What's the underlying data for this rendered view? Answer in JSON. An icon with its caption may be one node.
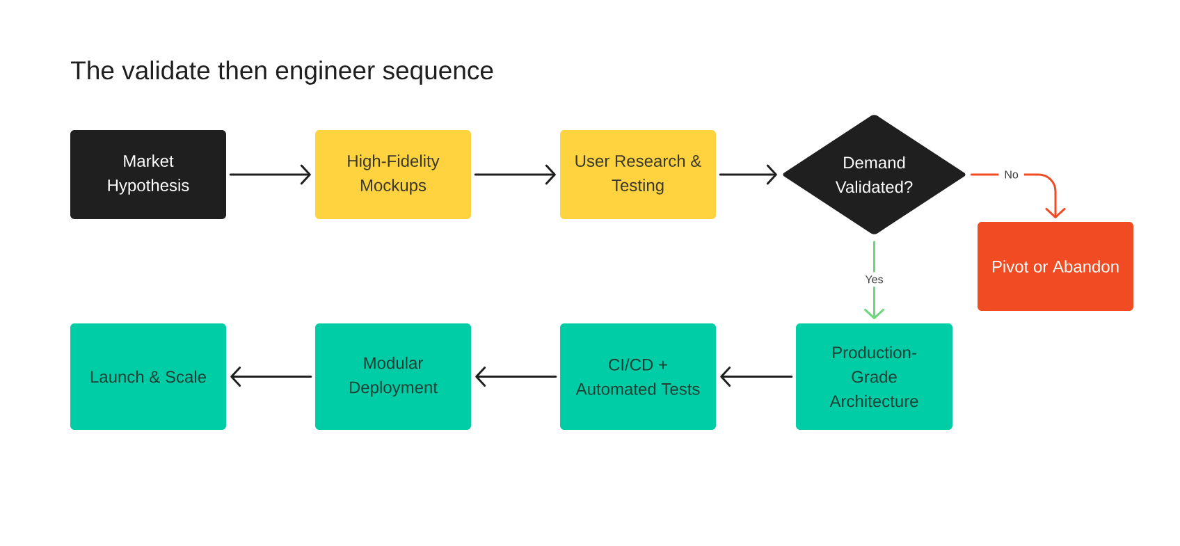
{
  "diagram": {
    "title": "The validate then engineer sequence",
    "nodes": [
      {
        "text": [
          "Market Hypothesis"
        ]
      },
      {
        "text": [
          "High-Fidelity Mockups"
        ]
      },
      {
        "text": [
          "User Research & Testing"
        ]
      },
      {
        "text": [
          "Demand Validated?"
        ]
      },
      {
        "text": [
          "Pivot or Abandon"
        ]
      },
      {
        "text": [
          "Production-Grade Architecture"
        ]
      },
      {
        "text": [
          "CI/CD + Automated Tests"
        ]
      },
      {
        "text": [
          "Modular Deployment"
        ]
      },
      {
        "text": [
          "Launch & Scale"
        ]
      }
    ],
    "edges": [
      {
        "from": 0,
        "to": 1,
        "arrow": "to"
      },
      {
        "from": 1,
        "to": 2,
        "arrow": "to"
      },
      {
        "from": 2,
        "to": 3,
        "arrow": "to"
      },
      {
        "from": 3,
        "to": 4,
        "arrow": "to",
        "label": "No",
        "color": "#f04b22"
      },
      {
        "from": 3,
        "to": 5,
        "arrow": "to",
        "label": "Yes",
        "color": "#6bd67a"
      },
      {
        "from": 5,
        "to": 6,
        "arrow": "to"
      },
      {
        "from": 6,
        "to": 7,
        "arrow": "to"
      },
      {
        "from": 7,
        "to": 8,
        "arrow": "to"
      }
    ]
  }
}
